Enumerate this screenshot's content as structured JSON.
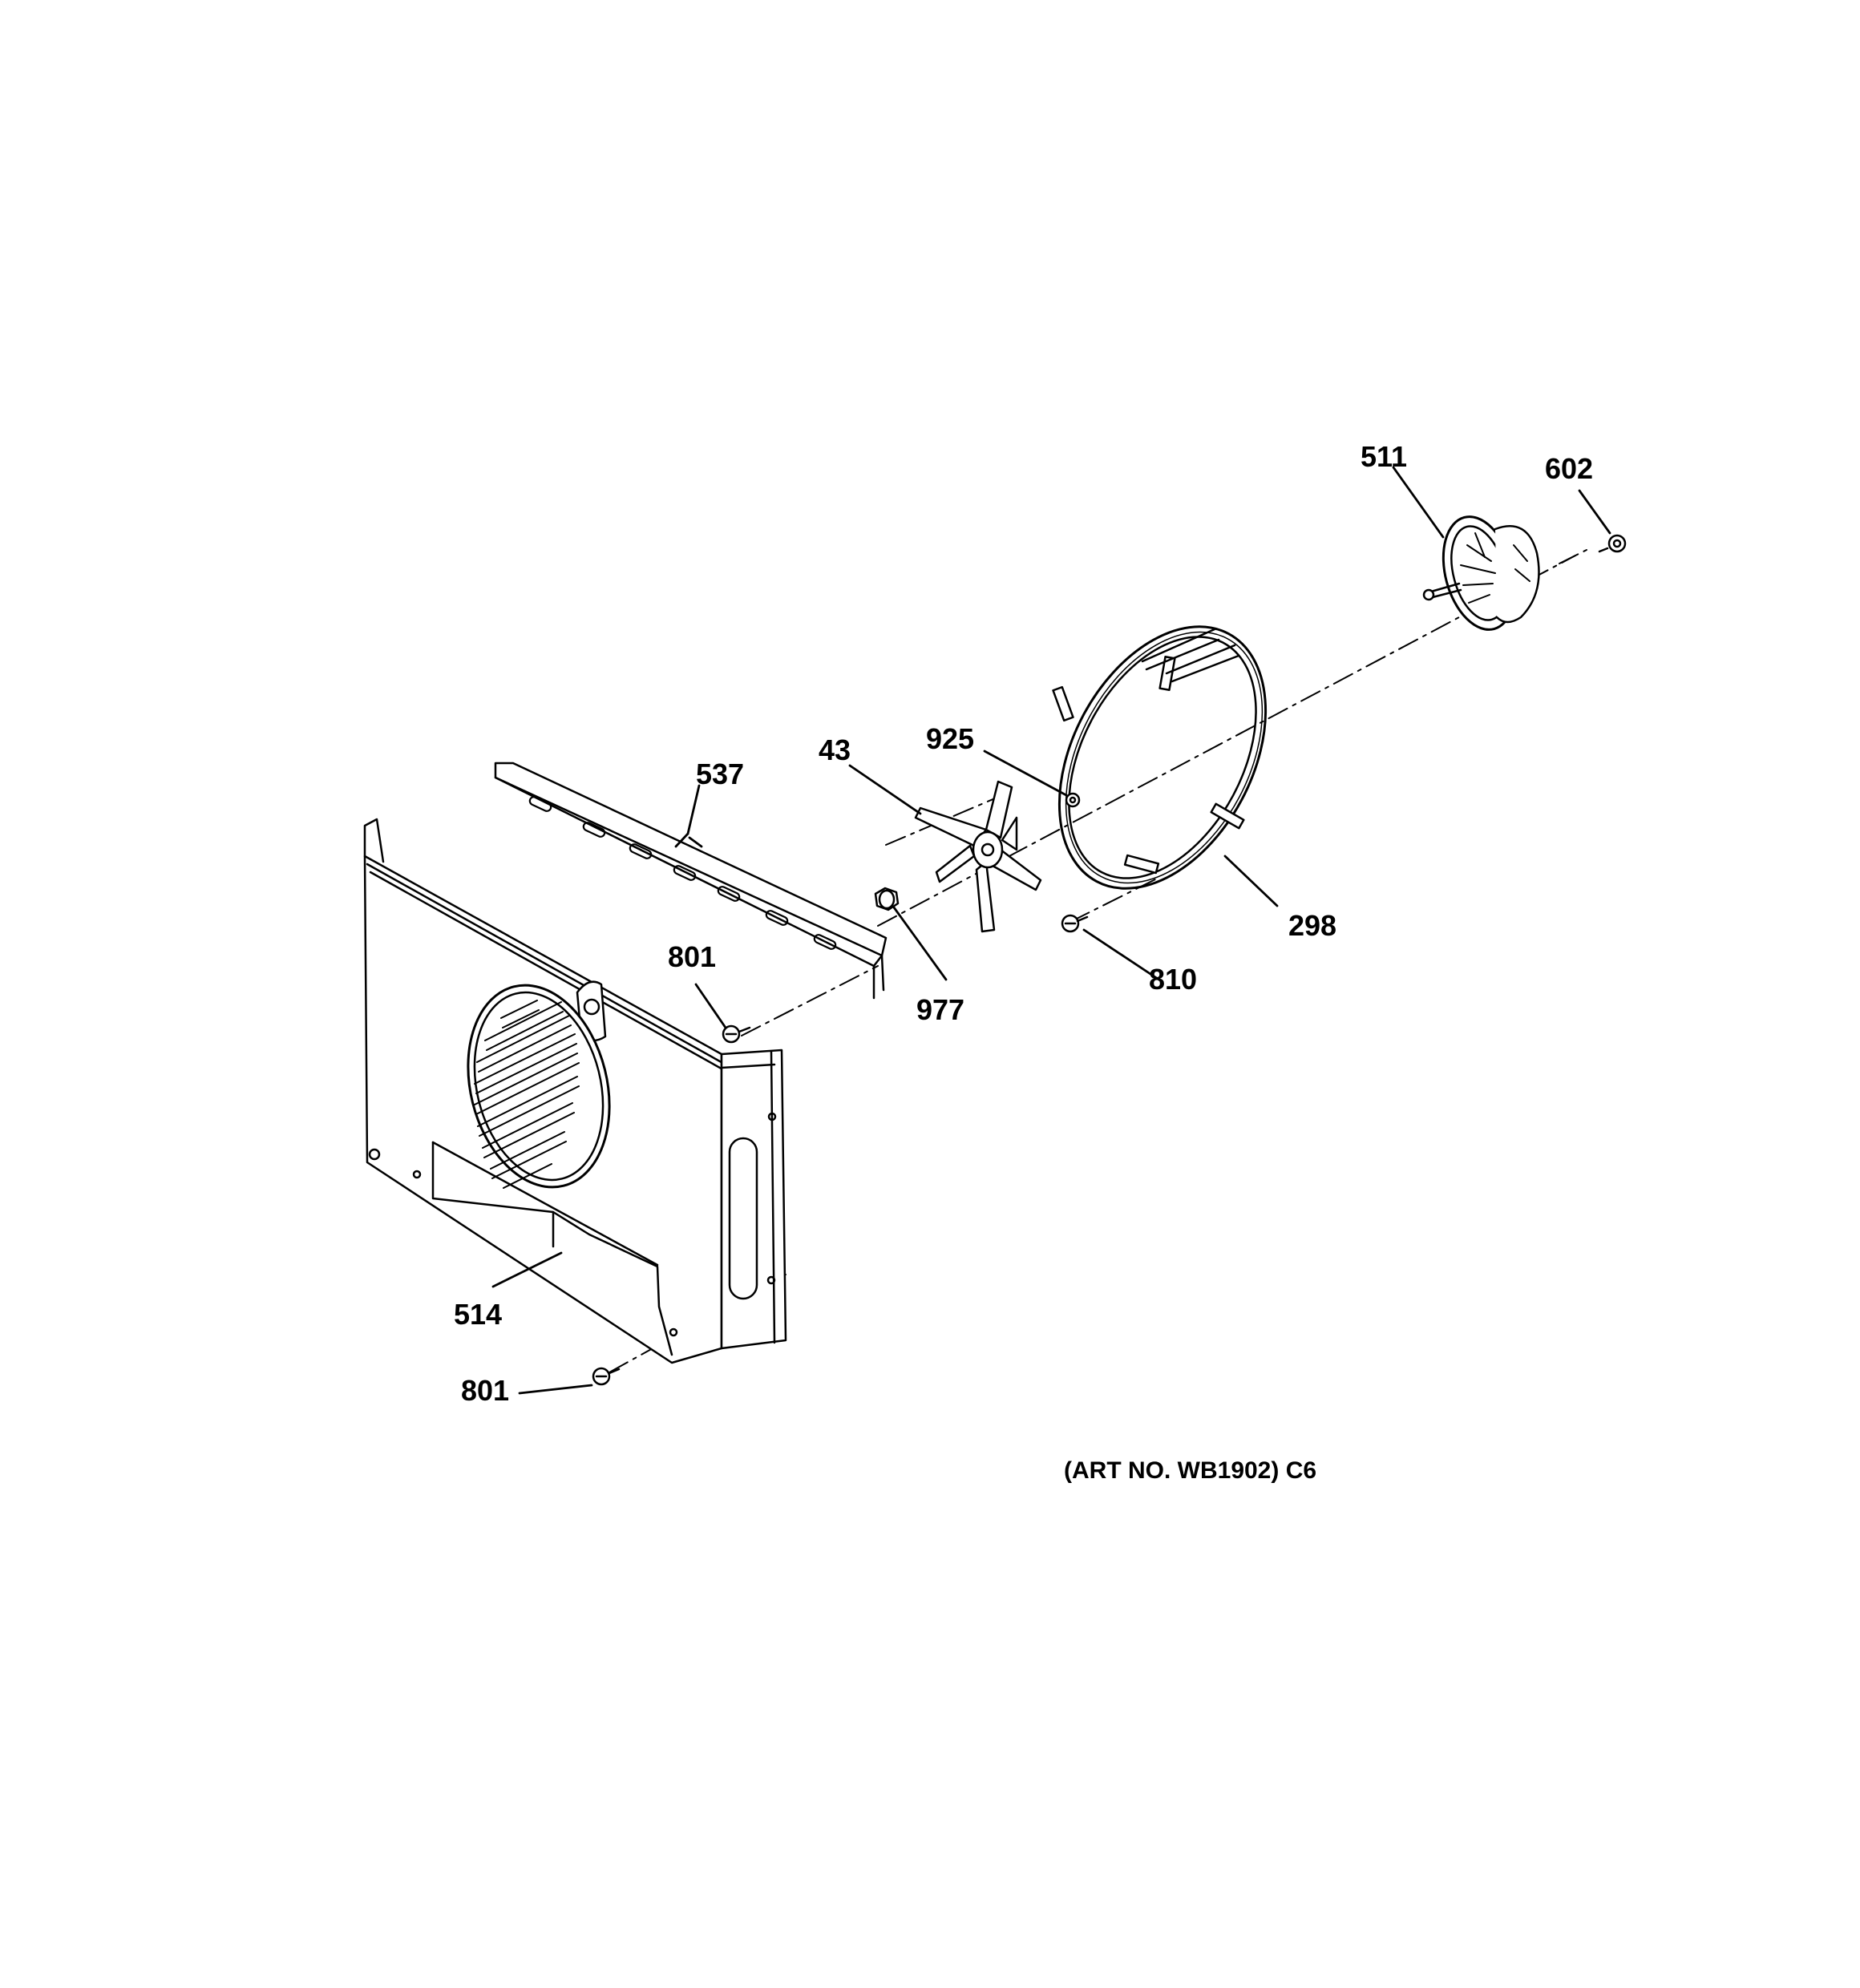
{
  "diagram": {
    "part_labels": {
      "p511": "511",
      "p602": "602",
      "p537": "537",
      "p43": "43",
      "p925": "925",
      "p801_top": "801",
      "p977": "977",
      "p810": "810",
      "p298": "298",
      "p514": "514",
      "p801_bottom": "801"
    },
    "art_number": "(ART NO. WB1902) C6"
  }
}
